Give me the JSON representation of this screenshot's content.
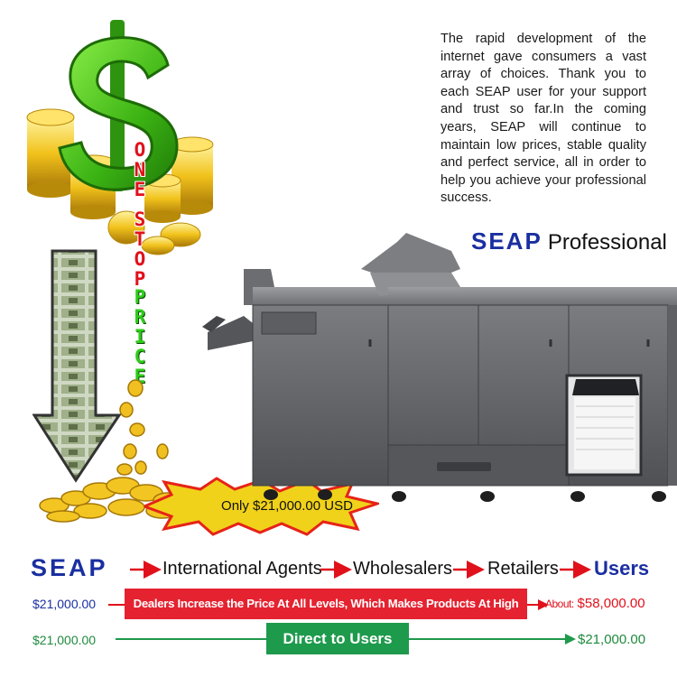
{
  "intro": {
    "text": "The rapid development of the internet gave consumers a vast array of choices. Thank you to each SEAP user for your support and trust so far.In the coming years,  SEAP will continue to maintain low prices, stable quality and perfect service, all in order to help you achieve your professional success."
  },
  "brand_line": {
    "brand": "SEAP",
    "text": "Professional"
  },
  "vertical_words": {
    "one": [
      "O",
      "N",
      "E"
    ],
    "stop": [
      "S",
      "T",
      "O",
      "P"
    ],
    "price": [
      "P",
      "R",
      "I",
      "C",
      "E"
    ]
  },
  "burst": {
    "label": "Only $21,000.00 USD"
  },
  "chain": {
    "seap": "SEAP",
    "steps": [
      "International Agents",
      "Wholesalers",
      "Retailers"
    ],
    "users": "Users"
  },
  "dealer_row": {
    "start_price": "$21,000.00",
    "banner": "Dealers Increase the Price At All Levels, Which Makes Products At High Prices.",
    "about_label": "About",
    "end_price": "$58,000.00"
  },
  "direct_row": {
    "start_price": "$21,000.00",
    "banner": "Direct to Users",
    "end_price": "$21,000.00"
  },
  "colors": {
    "brand_blue": "#1a2fa0",
    "red": "#e0111b",
    "green": "#1e9a4c",
    "dollar_green": "#4fc21c",
    "gold": "#e8b814",
    "printer_gray": "#5d5f63"
  }
}
